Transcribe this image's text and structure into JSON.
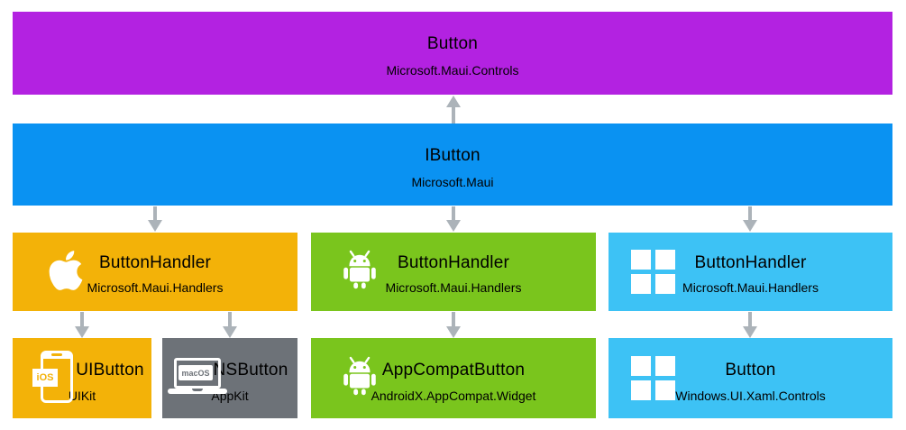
{
  "diagram": {
    "nodes": {
      "maui_button": {
        "title": "Button",
        "namespace": "Microsoft.Maui.Controls"
      },
      "ibutton": {
        "title": "IButton",
        "namespace": "Microsoft.Maui"
      },
      "ios_handler": {
        "title": "ButtonHandler",
        "namespace": "Microsoft.Maui.Handlers",
        "icon": "apple-icon"
      },
      "android_handler": {
        "title": "ButtonHandler",
        "namespace": "Microsoft.Maui.Handlers",
        "icon": "android-icon"
      },
      "windows_handler": {
        "title": "ButtonHandler",
        "namespace": "Microsoft.Maui.Handlers",
        "icon": "windows-icon"
      },
      "uibutton": {
        "title": "UIButton",
        "namespace": "UIKit",
        "icon": "iphone-icon",
        "badge": "iOS"
      },
      "nsbutton": {
        "title": "NSButton",
        "namespace": "AppKit",
        "icon": "macbook-icon",
        "badge": "macOS"
      },
      "appcompat_button": {
        "title": "AppCompatButton",
        "namespace": "AndroidX.AppCompat.Widget",
        "icon": "android-icon"
      },
      "windows_button": {
        "title": "Button",
        "namespace": "Windows.UI.Xaml.Controls",
        "icon": "windows-icon"
      }
    },
    "colors": {
      "maui_controls_purple": "#B322E1",
      "maui_core_blue": "#0A92F2",
      "ios_orange": "#F3B208",
      "android_green": "#7AC51D",
      "windows_lightblue": "#3DC2F5",
      "macos_gray": "#6D7278",
      "arrow_gray": "#ACB3B9"
    }
  }
}
